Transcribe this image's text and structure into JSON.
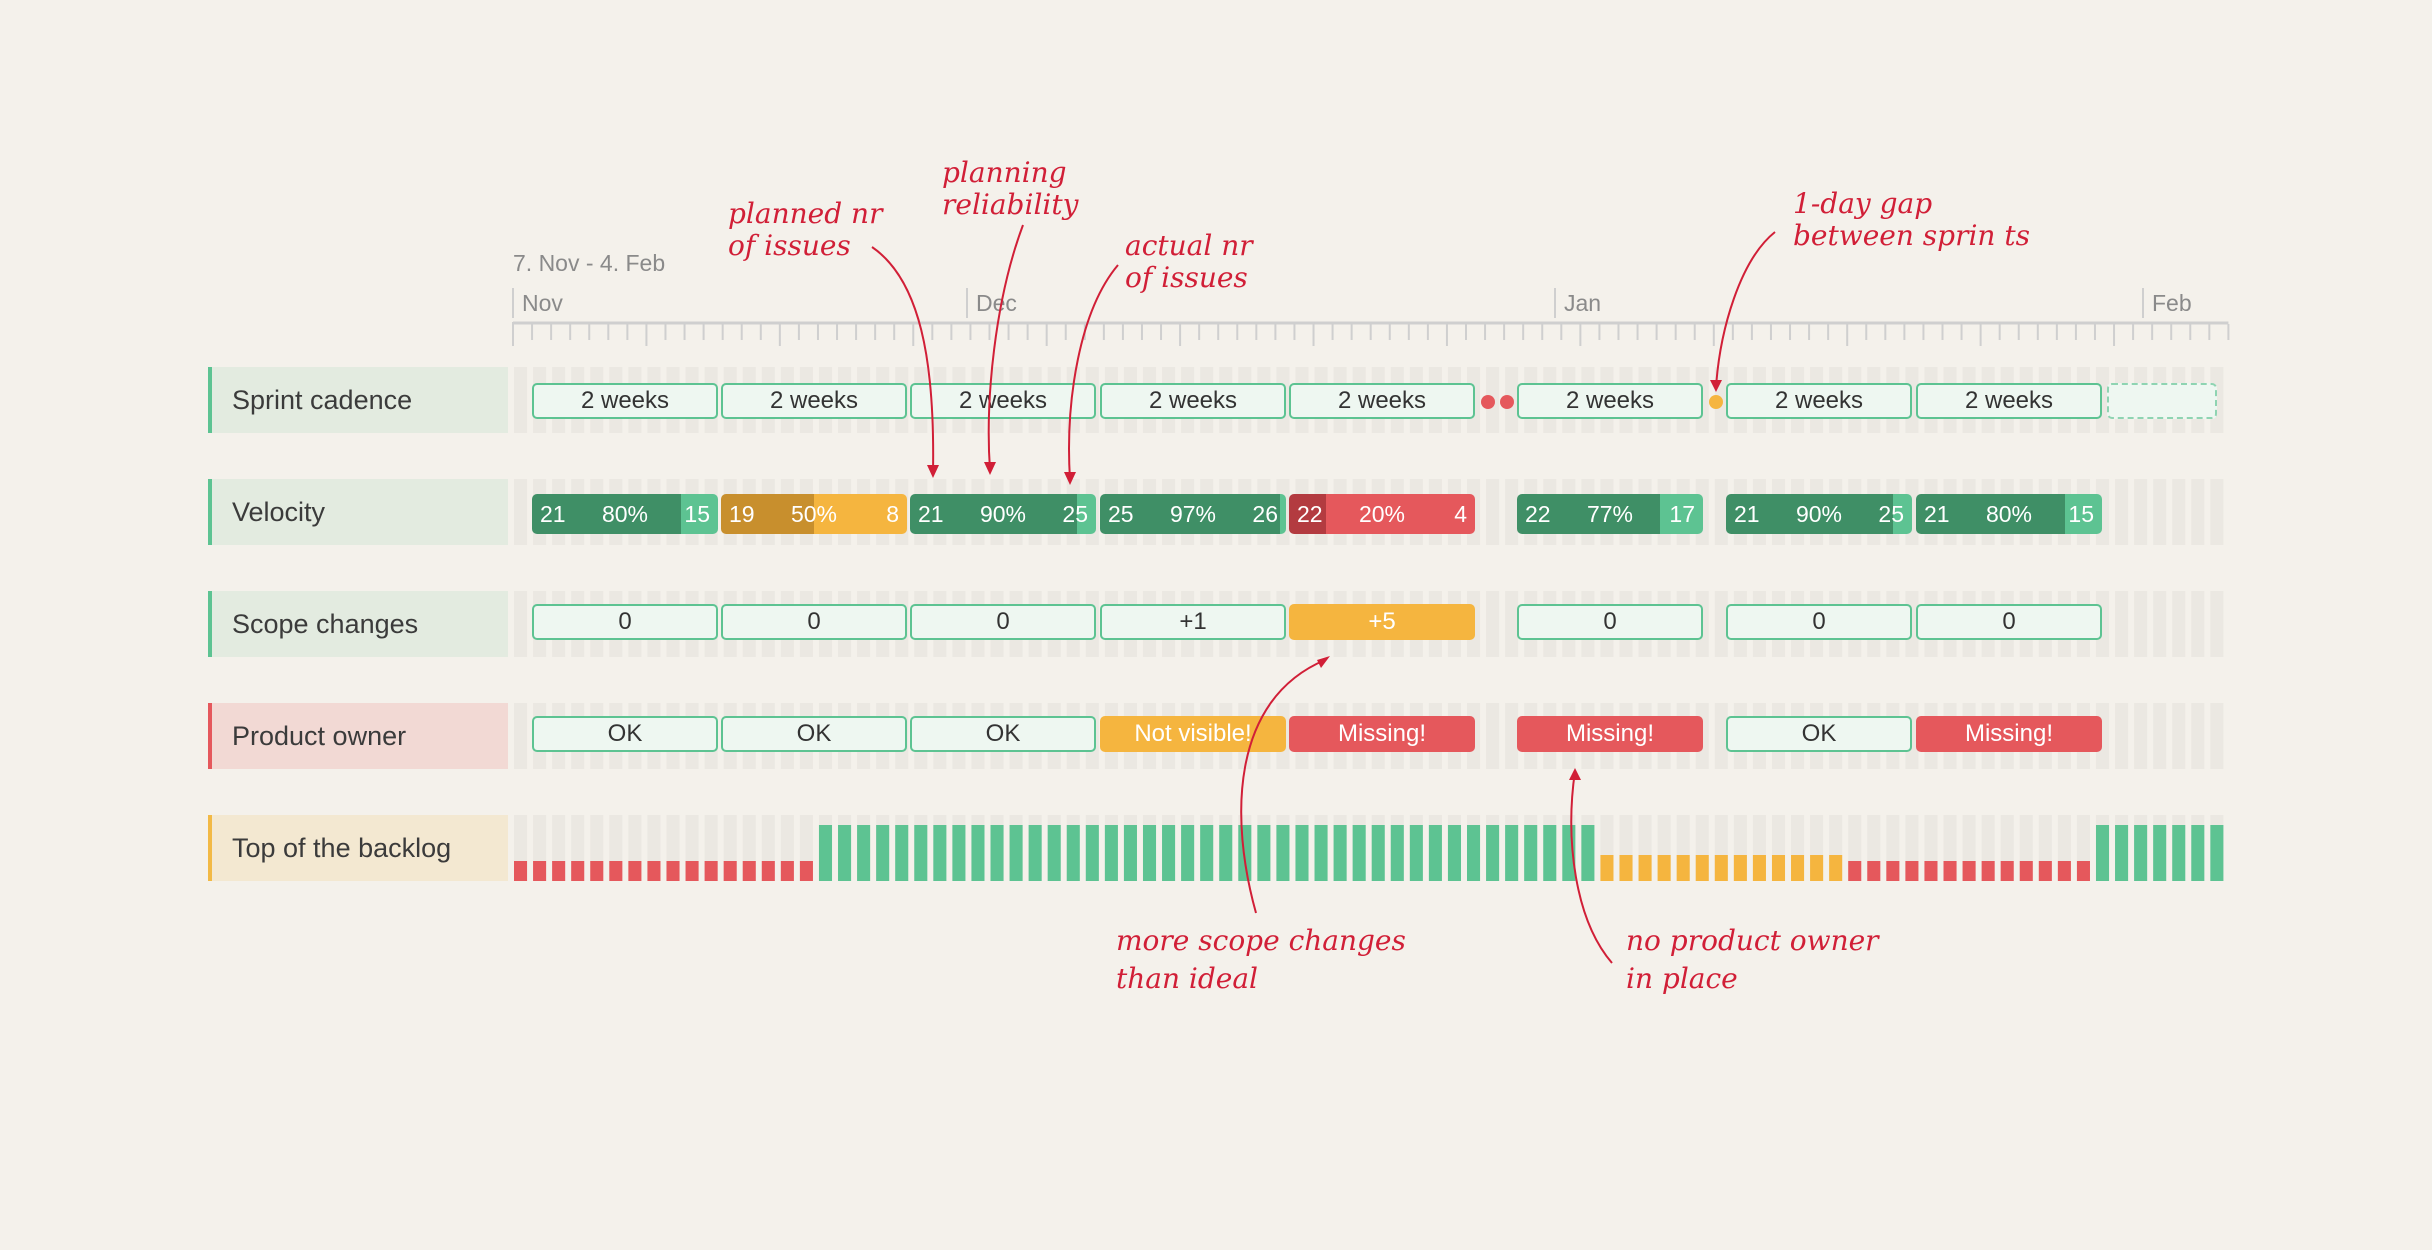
{
  "timeline": {
    "range_label": "7. Nov - 4. Feb",
    "months": [
      "Nov",
      "Dec",
      "Jan",
      "Feb"
    ]
  },
  "rows": {
    "sprint_cadence": "Sprint cadence",
    "velocity": "Velocity",
    "scope_changes": "Scope changes",
    "product_owner": "Product owner",
    "top_of_backlog": "Top of the backlog"
  },
  "sprints": [
    {
      "cadence": "2 weeks",
      "planned": "21",
      "reliability": "80%",
      "actual": "15",
      "reliability_value": 0.8,
      "status": "good",
      "scope": "0",
      "scope_status": "ok",
      "po": "OK",
      "po_status": "ok"
    },
    {
      "cadence": "2 weeks",
      "planned": "19",
      "reliability": "50%",
      "actual": "8",
      "reliability_value": 0.5,
      "status": "warn",
      "scope": "0",
      "scope_status": "ok",
      "po": "OK",
      "po_status": "ok"
    },
    {
      "cadence": "2 weeks",
      "planned": "21",
      "reliability": "90%",
      "actual": "25",
      "reliability_value": 0.9,
      "status": "good",
      "scope": "0",
      "scope_status": "ok",
      "po": "OK",
      "po_status": "ok"
    },
    {
      "cadence": "2 weeks",
      "planned": "25",
      "reliability": "97%",
      "actual": "26",
      "reliability_value": 0.97,
      "status": "good",
      "scope": "+1",
      "scope_status": "ok",
      "po": "Not visible!",
      "po_status": "warn"
    },
    {
      "cadence": "2 weeks",
      "planned": "22",
      "reliability": "20%",
      "actual": "4",
      "reliability_value": 0.2,
      "status": "bad",
      "scope": "+5",
      "scope_status": "warn",
      "po": "Missing!",
      "po_status": "bad"
    },
    {
      "cadence": "2 weeks",
      "planned": "22",
      "reliability": "77%",
      "actual": "17",
      "reliability_value": 0.77,
      "status": "good",
      "scope": "0",
      "scope_status": "ok",
      "po": "Missing!",
      "po_status": "bad"
    },
    {
      "cadence": "2 weeks",
      "planned": "21",
      "reliability": "90%",
      "actual": "25",
      "reliability_value": 0.9,
      "status": "good",
      "scope": "0",
      "scope_status": "ok",
      "po": "OK",
      "po_status": "ok"
    },
    {
      "cadence": "2 weeks",
      "planned": "21",
      "reliability": "80%",
      "actual": "15",
      "reliability_value": 0.8,
      "status": "good",
      "scope": "0",
      "scope_status": "ok",
      "po": "Missing!",
      "po_status": "bad"
    }
  ],
  "backlog_segments": [
    {
      "status": "bad",
      "days": 16
    },
    {
      "status": "good",
      "days": 41
    },
    {
      "status": "warn",
      "days": 13
    },
    {
      "status": "bad",
      "days": 13
    },
    {
      "status": "good",
      "days": 7
    }
  ],
  "annotations": {
    "planned": "planned nr\nof issues",
    "reliability": "planning\nreliability",
    "actual": "actual nr\nof issues",
    "gap": "1-day gap\nbetween sprin ts",
    "scope": "more scope changes\nthan ideal",
    "po": "no product owner\nin place"
  },
  "colors": {
    "good": "#5dc392",
    "good_dark": "#3f8f66",
    "warn": "#f5b53f",
    "warn_dark": "#c88f2d",
    "bad": "#e5585c",
    "bad_dark": "#b33b40",
    "annotation": "#d11f37"
  }
}
